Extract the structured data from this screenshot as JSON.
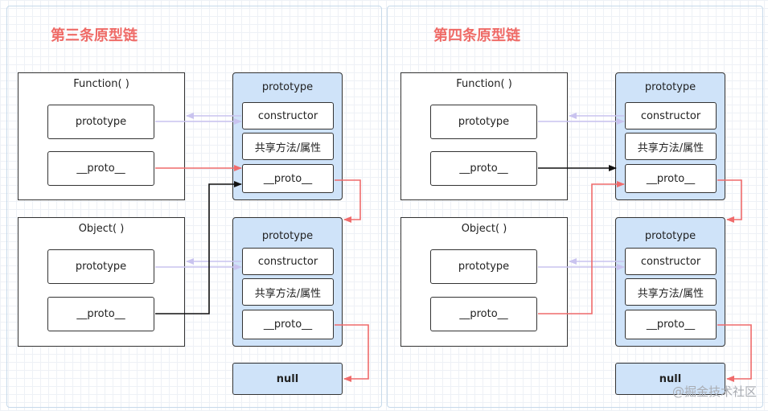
{
  "panels": [
    {
      "title": "第三条原型链",
      "function_box": {
        "caption": "Function( )",
        "prototype": "prototype",
        "proto": "__proto__"
      },
      "object_box": {
        "caption": "Object( )",
        "prototype": "prototype",
        "proto": "__proto__"
      },
      "proto_group_top": {
        "caption": "prototype",
        "constructor": "constructor",
        "shared": "共享方法/属性",
        "proto": "__proto__"
      },
      "proto_group_bottom": {
        "caption": "prototype",
        "constructor": "constructor",
        "shared": "共享方法/属性",
        "proto": "__proto__"
      },
      "null_label": "null"
    },
    {
      "title": "第四条原型链",
      "function_box": {
        "caption": "Function( )",
        "prototype": "prototype",
        "proto": "__proto__"
      },
      "object_box": {
        "caption": "Object( )",
        "prototype": "prototype",
        "proto": "__proto__"
      },
      "proto_group_top": {
        "caption": "prototype",
        "constructor": "constructor",
        "shared": "共享方法/属性",
        "proto": "__proto__"
      },
      "proto_group_bottom": {
        "caption": "prototype",
        "constructor": "constructor",
        "shared": "共享方法/属性",
        "proto": "__proto__"
      },
      "null_label": "null"
    }
  ],
  "watermark": "@掘金技术社区",
  "colors": {
    "title": "#ef6b67",
    "proto_link": "#ef6b6b",
    "constructor_link": "#c9c3ef",
    "highlight_link": "#111111",
    "group_fill": "#cfe3f9"
  }
}
